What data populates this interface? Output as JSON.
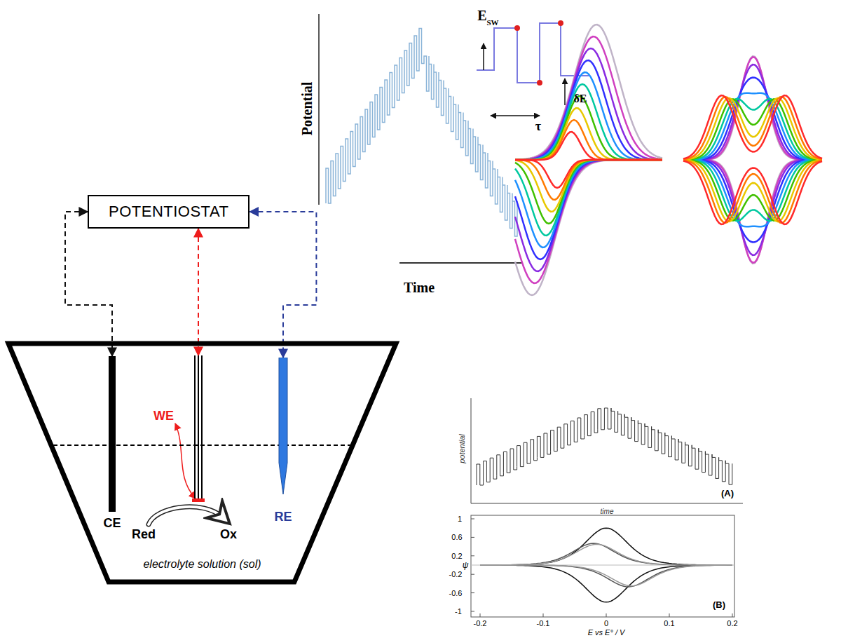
{
  "diagram": {
    "nodes": [
      {
        "text": [
          "POTENTIOSTAT"
        ]
      },
      {
        "text": [
          "electrolyte solution (sol)"
        ]
      },
      {
        "text": [
          "CE"
        ],
        "in": 1
      },
      {
        "text": [
          "WE"
        ],
        "in": 1
      },
      {
        "text": [
          "RE"
        ],
        "in": 1
      }
    ],
    "edges": [
      {
        "from": 0,
        "to": 2,
        "arrow": "both"
      },
      {
        "from": 0,
        "to": 3,
        "arrow": "both"
      },
      {
        "from": 0,
        "to": 4,
        "arrow": "both"
      }
    ],
    "labels": [
      "Potential",
      "Time",
      "E",
      "SW",
      "τ",
      "δE",
      "Red",
      "Ox",
      "potential",
      "time",
      "(A)",
      "1",
      "0.6",
      "0.2",
      "ψ",
      "-0.2",
      "-0.6",
      "-1",
      "-0.2",
      "-0.1",
      "0",
      "0.1",
      "0.2",
      "(B)",
      "E vs E° / V"
    ]
  }
}
